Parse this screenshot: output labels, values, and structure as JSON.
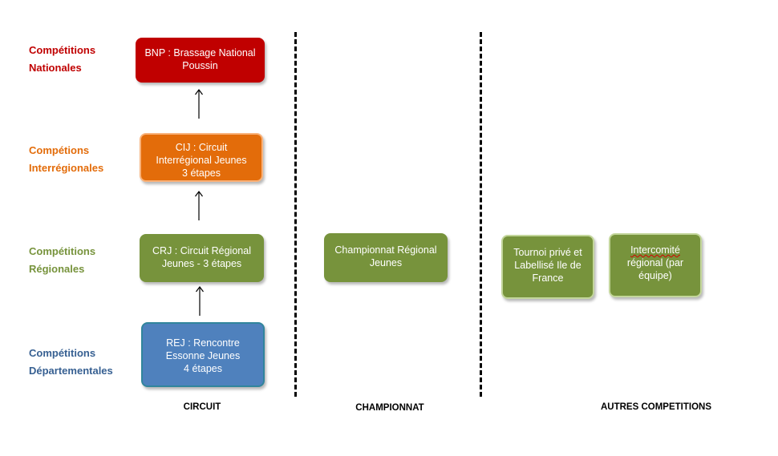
{
  "levels": {
    "nationales": {
      "text": "Compétitions\nNationales",
      "color": "#c00000"
    },
    "interregionales": {
      "text": "Compétions\nInterrégionales",
      "color": "#e36c0a"
    },
    "regionales": {
      "text": "Compétitions\nRégionales",
      "color": "#77933c"
    },
    "departementales": {
      "text": "Compétitions\nDépartementales",
      "color": "#376092"
    }
  },
  "boxes": {
    "bnp": {
      "text": "BNP : Brassage National\nPoussin",
      "fill": "#c00000",
      "border": "#a00000"
    },
    "cij": {
      "text": "CIJ : Circuit\nInterrégional Jeunes\n3 étapes",
      "fill": "#e36c0a",
      "border": "#f9b27a"
    },
    "crj": {
      "text": "CRJ : Circuit Régional\nJeunes - 3 étapes",
      "fill": "#77933c",
      "border": "#6a8535"
    },
    "rej": {
      "text": "REJ : Rencontre\nEssonne Jeunes\n4 étapes",
      "fill": "#4f81bd",
      "border": "#31859c"
    },
    "championnat": {
      "text": "Championnat Régional\nJeunes",
      "fill": "#77933c",
      "border": "#6a8535"
    },
    "tournoi": {
      "text": "Tournoi privé et\nLabellisé Ile de\nFrance",
      "fill": "#77933c",
      "border": "#c3d69b"
    },
    "intercomite": {
      "line1": "Intercomité",
      "rest": "régional (par\néquipe)",
      "fill": "#77933c",
      "border": "#c3d69b"
    }
  },
  "columns": {
    "circuit": "CIRCUIT",
    "championnat": "CHAMPIONNAT",
    "autres": "AUTRES COMPETITIONS"
  }
}
